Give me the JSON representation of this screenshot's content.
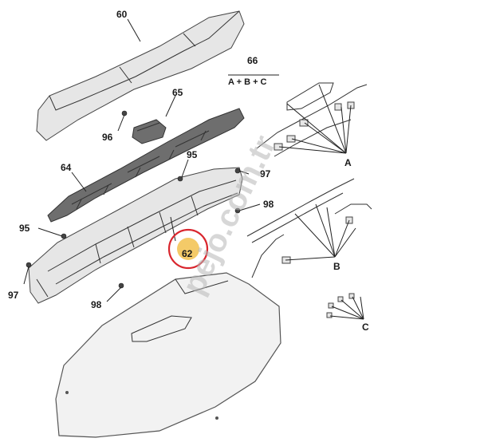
{
  "callouts": {
    "c60": "60",
    "c65": "65",
    "c96": "96",
    "c66": "66",
    "c64": "64",
    "c95a": "95",
    "c97a": "97",
    "c98a": "98",
    "c95b": "95",
    "c62": "62",
    "c97b": "97",
    "c98b": "98"
  },
  "formula": "A + B + C",
  "groups": {
    "a": "A",
    "b": "B",
    "c": "C"
  },
  "watermark": "pejo.com.tr",
  "colors": {
    "highlight_ring": "#d9262e",
    "highlight_fill": "#f2c14e"
  }
}
